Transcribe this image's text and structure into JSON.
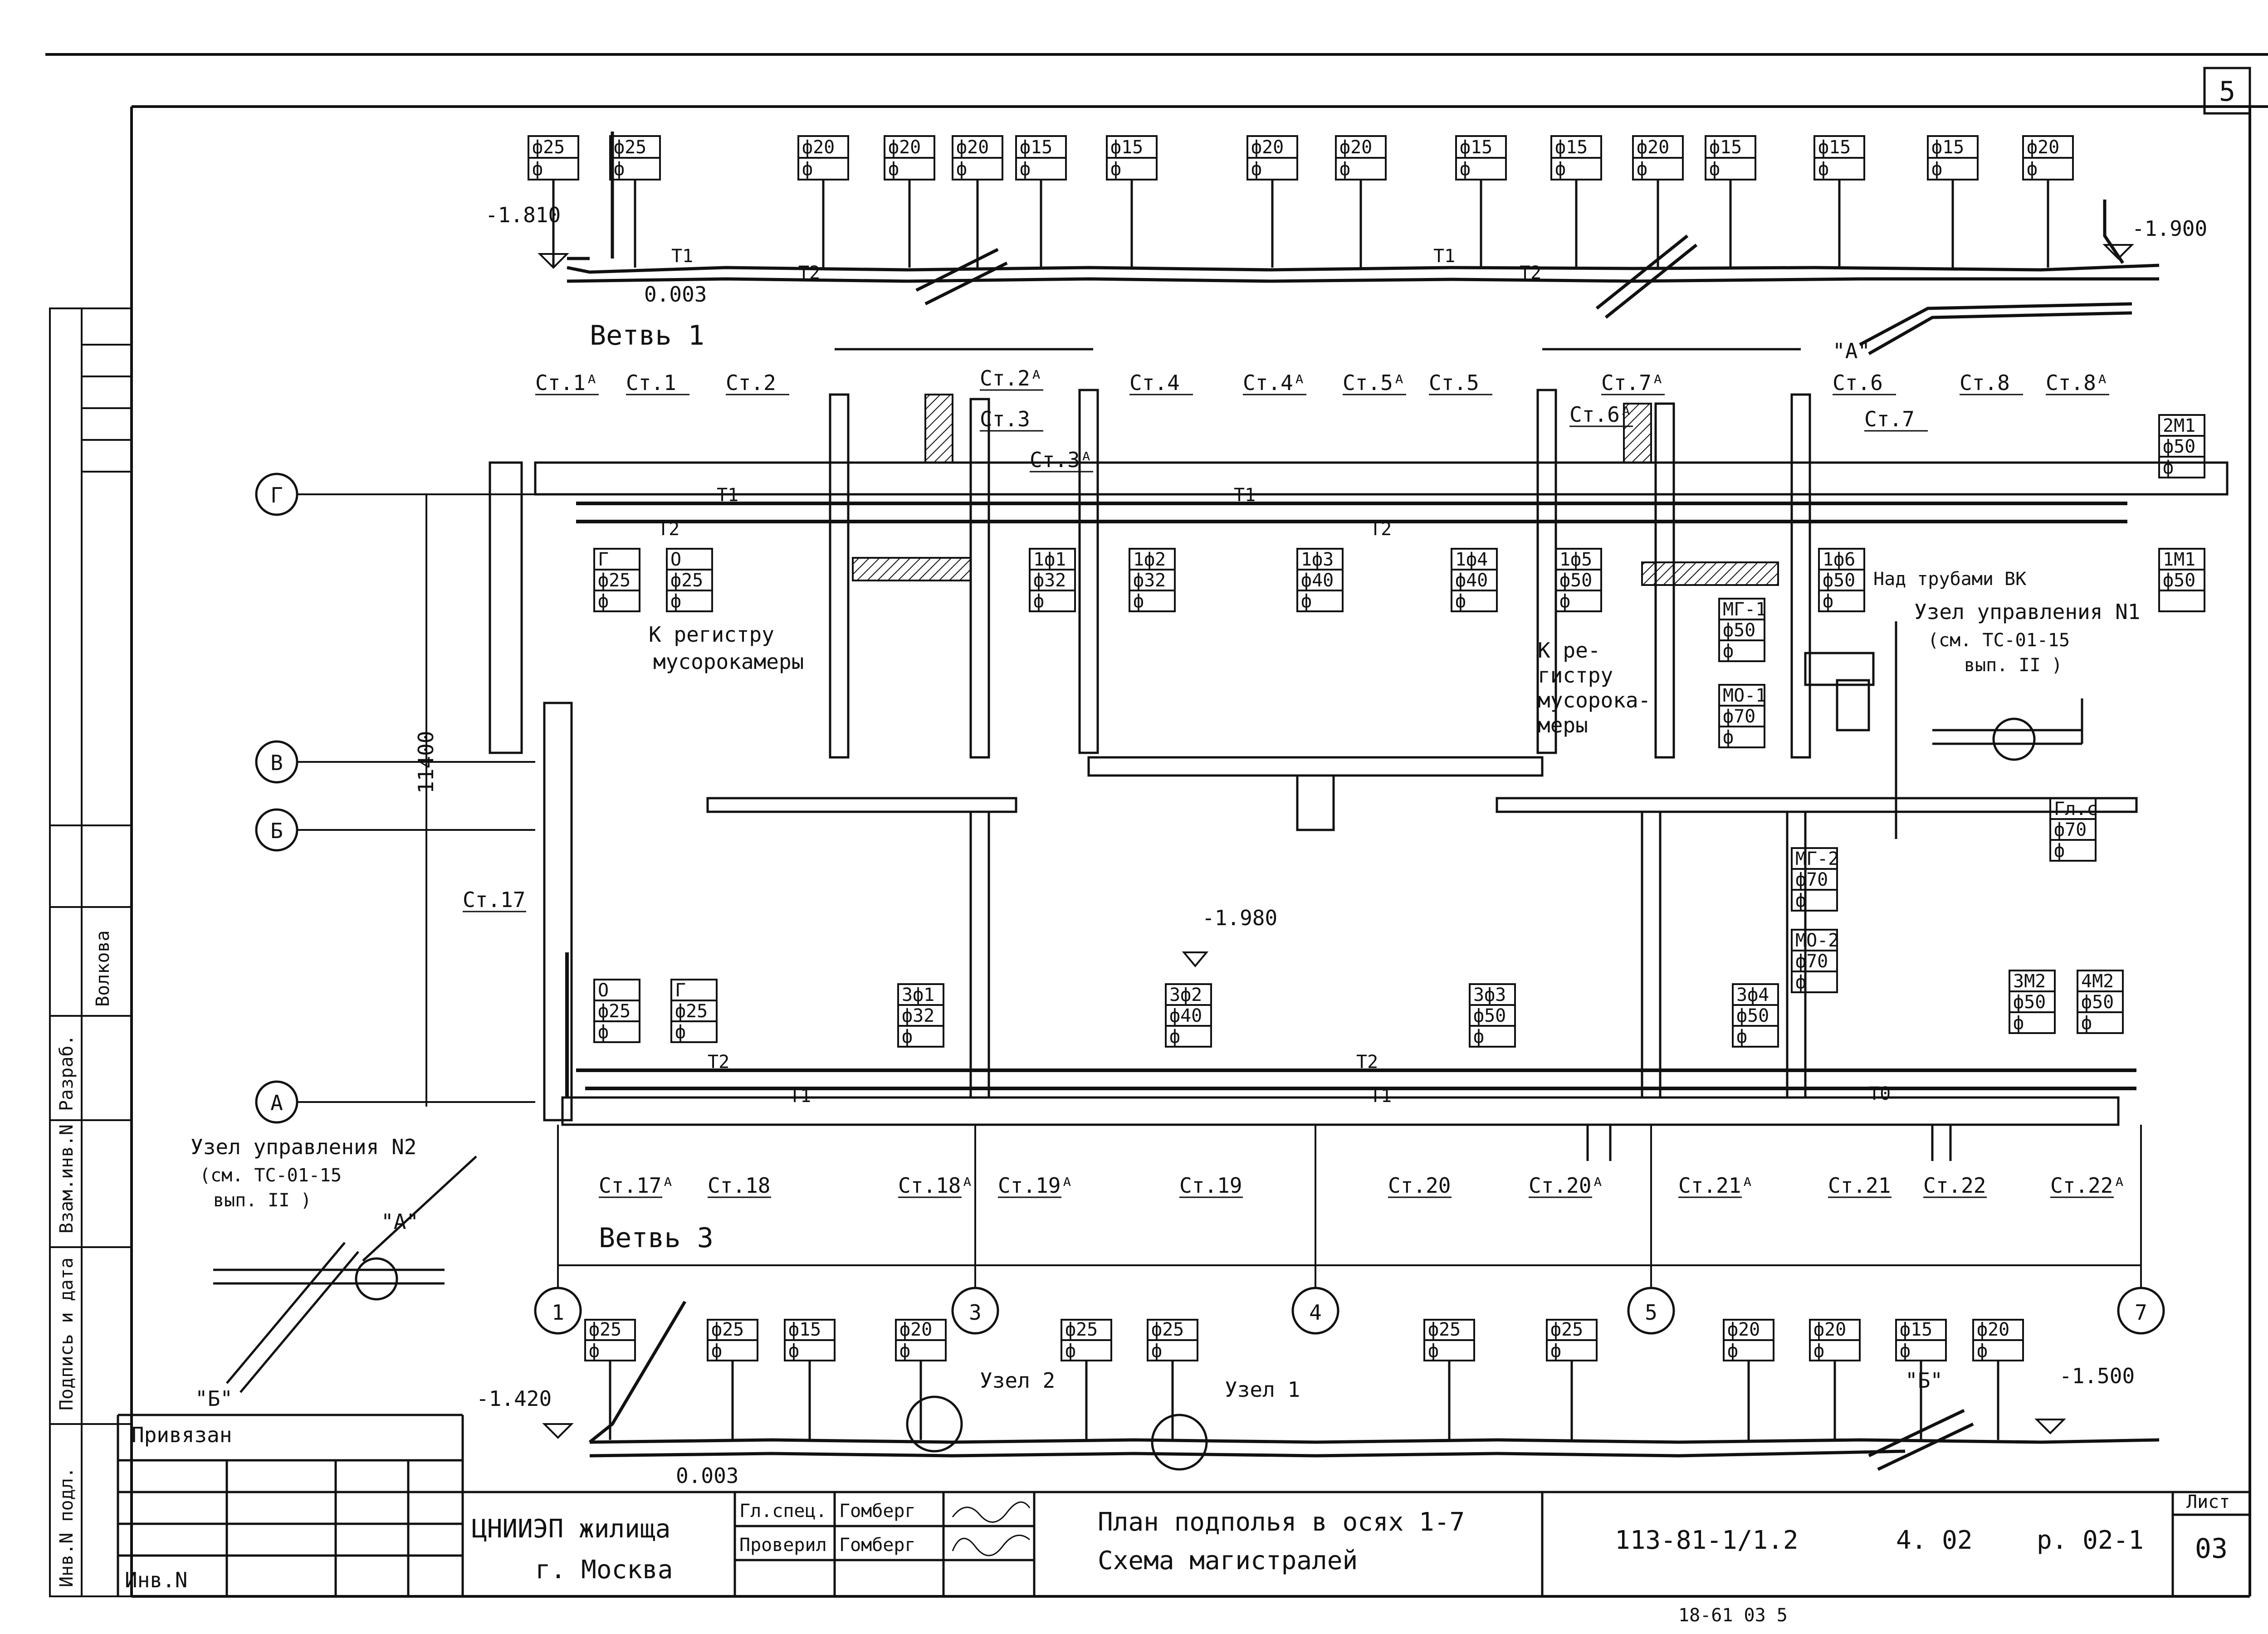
{
  "sheet": {
    "page_number": "5",
    "sheet_label": "Лист",
    "sheet_number": "03",
    "designation": "113-81-1/1.2",
    "issue": "4. 02",
    "part": "р. 02-1",
    "title_line1": "План подполья в осях 1-7",
    "title_line2": "Схема магистралей",
    "organization": "ЦНИИЭП жилища",
    "city": "г. Москва",
    "role_chief": "Гл.спец.",
    "role_checked": "Проверил",
    "name_chief": "Гомберг",
    "name_checked": "Гомберг",
    "bound_label": "Привязан",
    "inv_label": "Инв.N",
    "bottom_scribble": "18-61 03 5"
  },
  "side_stamp": {
    "inv_podl": "Инв.N подл.",
    "podpis_data": "Подпись и дата",
    "vzam_inv": "Взам.инв.N",
    "razrab": "Разраб.",
    "name_developer": "Волкова"
  },
  "branches": {
    "branch1": "Ветвь 1",
    "branch3": "Ветвь 3"
  },
  "pipe_labels": {
    "supply": "Т1",
    "return": "Т2",
    "t0": "Т0"
  },
  "elevations": {
    "top_left": "-1.810",
    "top_right": "-1.900",
    "bottom_left": "-1.420",
    "bottom_right": "-1.500",
    "middle": "-1.980",
    "slope_top": "0.003",
    "slope_bottom": "0.003"
  },
  "axes": {
    "rows": [
      "Г",
      "В",
      "Б",
      "А"
    ],
    "cols": [
      "1",
      "3",
      "4",
      "5",
      "7"
    ],
    "dimension": "11400"
  },
  "top_riser_tags": [
    "ф25",
    "ф25",
    "ф20",
    "ф20",
    "ф20",
    "ф15",
    "ф15",
    "ф20",
    "ф20",
    "ф15",
    "ф15",
    "ф20",
    "ф15",
    "ф15",
    "ф15",
    "ф20"
  ],
  "bottom_riser_tags": [
    "ф25",
    "ф25",
    "ф15",
    "ф20",
    "ф25",
    "ф25",
    "ф25",
    "ф25",
    "ф20",
    "ф20",
    "ф15",
    "ф20"
  ],
  "upper_risers": [
    "Ст.1ᴬ",
    "Ст.1",
    "Ст.2",
    "Ст.2ᴬ",
    "Ст.3",
    "Ст.3ᴬ",
    "Ст.4",
    "Ст.4ᴬ",
    "Ст.5ᴬ",
    "Ст.5",
    "Ст.7ᴬ",
    "Ст.6ᴬ",
    "Ст.6",
    "Ст.7",
    "Ст.8",
    "Ст.8ᴬ"
  ],
  "lower_risers": [
    "Ст.17",
    "Ст.17ᴬ",
    "Ст.18",
    "Ст.18ᴬ",
    "Ст.19ᴬ",
    "Ст.19",
    "Ст.20",
    "Ст.20ᴬ",
    "Ст.21ᴬ",
    "Ст.21",
    "Ст.22",
    "Ст.22ᴬ"
  ],
  "upper_tags": [
    {
      "top": "Г",
      "mid": "ф25",
      "bot": "ф"
    },
    {
      "top": "О",
      "mid": "ф25",
      "bot": "ф"
    },
    {
      "top": "1ф1",
      "mid": "ф32",
      "bot": "ф"
    },
    {
      "top": "1ф2",
      "mid": "ф32",
      "bot": "ф"
    },
    {
      "top": "1ф3",
      "mid": "ф40",
      "bot": "ф"
    },
    {
      "top": "1ф4",
      "mid": "ф40",
      "bot": "ф"
    },
    {
      "top": "1ф5",
      "mid": "ф50",
      "bot": "ф"
    },
    {
      "top": "1ф6",
      "mid": "ф50",
      "bot": "ф"
    },
    {
      "top": "2М1",
      "mid": "ф50",
      "bot": "ф"
    },
    {
      "top": "1М1",
      "mid": "ф50",
      "bot": ""
    }
  ],
  "right_tags": [
    {
      "top": "МГ-1",
      "mid": "ф50",
      "bot": "ф"
    },
    {
      "top": "МО-1",
      "mid": "ф70",
      "bot": "ф"
    },
    {
      "top": "Гл.с",
      "mid": "ф70",
      "bot": "ф"
    },
    {
      "top": "МГ-2",
      "mid": "ф70",
      "bot": "ф"
    },
    {
      "top": "МО-2",
      "mid": "ф70",
      "bot": "ф"
    }
  ],
  "lower_tags": [
    {
      "top": "О",
      "mid": "ф25",
      "bot": "ф"
    },
    {
      "top": "Г",
      "mid": "ф25",
      "bot": "ф"
    },
    {
      "top": "3ф1",
      "mid": "ф32",
      "bot": "ф"
    },
    {
      "top": "3ф2",
      "mid": "ф40",
      "bot": "ф"
    },
    {
      "top": "3ф3",
      "mid": "ф50",
      "bot": "ф"
    },
    {
      "top": "3ф4",
      "mid": "ф50",
      "bot": "ф"
    },
    {
      "top": "3М2",
      "mid": "ф50",
      "bot": "ф"
    },
    {
      "top": "4М2",
      "mid": "ф50",
      "bot": "ф"
    }
  ],
  "notes": {
    "register1_a": "К регистру",
    "register1_b": "мусорокамеры",
    "register2_a": "К ре-",
    "register2_b": "гистру",
    "register2_c": "мусорока-",
    "register2_d": "меры",
    "over_pipes": "Над трубами ВК",
    "node1_title": "Узел управления N1",
    "node1_ref": "(см. ТС-01-15",
    "node1_ref2": "вып. II )",
    "node2_title": "Узел управления N2",
    "node2_ref": "(см. ТС-01-15",
    "node2_ref2": "вып. II )",
    "node_a": "\"А\"",
    "node_b": "\"Б\"",
    "uzel1": "Узел 1",
    "uzel2": "Узел 2"
  }
}
